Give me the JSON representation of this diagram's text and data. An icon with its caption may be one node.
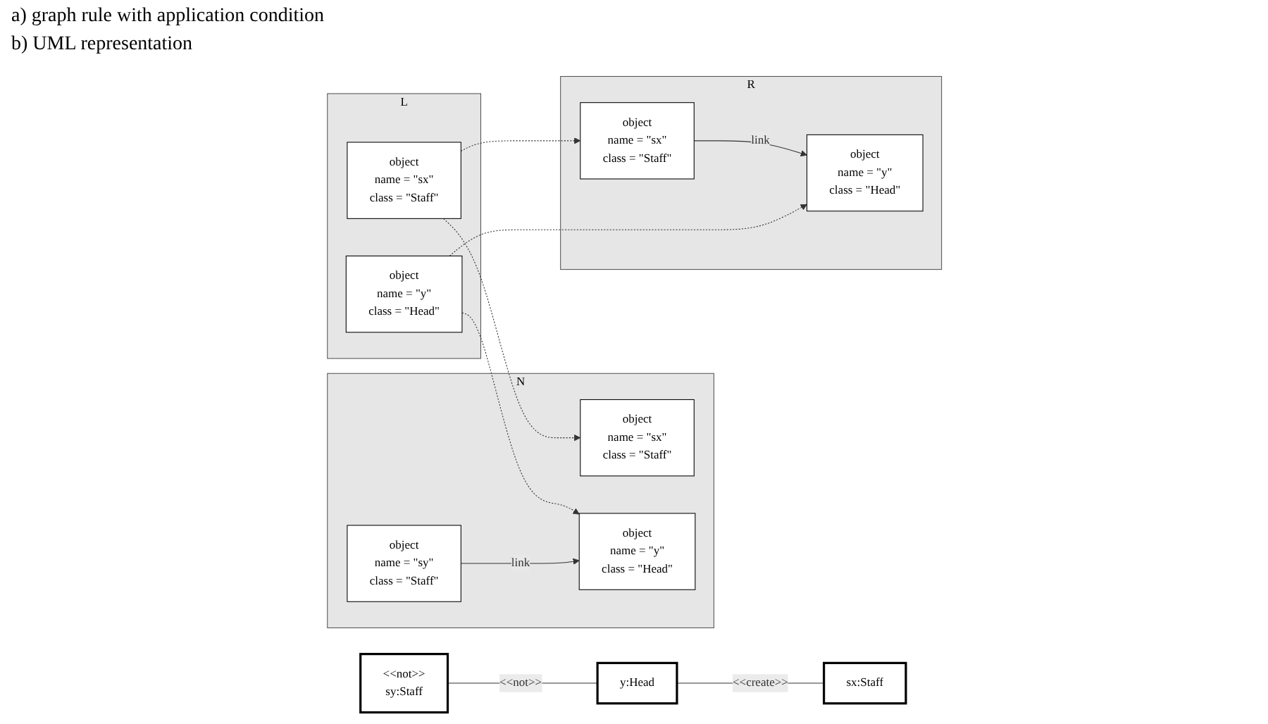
{
  "diagram": {
    "nodes": [
      {
        "text": [
          "N"
        ]
      },
      {
        "text": [
          "object",
          "name = \"sx\"",
          "class = \"Staff\""
        ],
        "in": 0
      },
      {
        "text": [
          "object",
          "name = \"sy\"",
          "class = \"Staff\""
        ],
        "in": 0
      },
      {
        "text": [
          "object",
          "name = \"y\"",
          "class = \"Head\""
        ],
        "in": 0
      },
      {
        "text": [
          "L"
        ]
      },
      {
        "text": [
          "object",
          "name = \"sx\"",
          "class = \"Staff\""
        ],
        "in": 4
      },
      {
        "text": [
          "object",
          "name = \"y\"",
          "class = \"Head\""
        ],
        "in": 4
      },
      {
        "text": [
          "R"
        ]
      },
      {
        "text": [
          "object",
          "name = \"sx\"",
          "class = \"Staff\""
        ],
        "in": 7
      },
      {
        "text": [
          "object",
          "name = \"y\"",
          "class = \"Head\""
        ],
        "in": 7
      },
      {
        "text": [
          "<<not>>",
          "sy:Staff"
        ]
      },
      {
        "text": [
          "y:Head"
        ]
      },
      {
        "text": [
          "sx:Staff"
        ]
      }
    ],
    "edges": [
      {
        "from": 5,
        "to": 1,
        "arrow": "to",
        "style": "dashed"
      },
      {
        "from": 5,
        "to": 8,
        "arrow": "to",
        "style": "dashed"
      },
      {
        "from": 2,
        "to": 3,
        "arrow": "to",
        "label": "link"
      },
      {
        "from": 6,
        "to": 3,
        "arrow": "to",
        "style": "dashed"
      },
      {
        "from": 6,
        "to": 9,
        "arrow": "to",
        "style": "dashed"
      },
      {
        "from": 8,
        "to": 9,
        "arrow": "to",
        "label": "link"
      },
      {
        "from": 10,
        "to": 11,
        "arrow": "none",
        "label": "<<not>>"
      },
      {
        "from": 11,
        "to": 12,
        "arrow": "none",
        "label": "<<create>>"
      }
    ],
    "labels": [
      "a) graph rule with application condition",
      "b) UML representation"
    ]
  }
}
